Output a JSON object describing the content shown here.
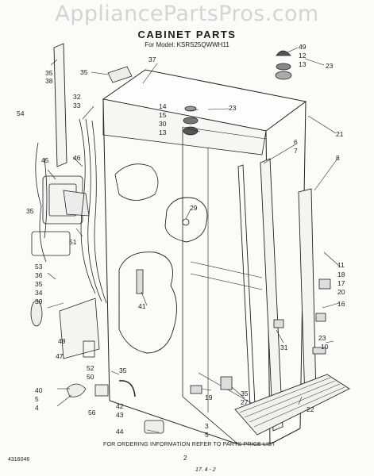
{
  "watermark": "AppliancePartsPros.com",
  "title": "CABINET PARTS",
  "model": "For Model: KSRS25QWWH11",
  "ordering_note": "FOR ORDERING INFORMATION REFER TO PARTS PRICE LIST",
  "page_number": "2",
  "doc_number": "4316046",
  "handwritten": "17. 4 - 2",
  "callouts": {
    "c35a": "35",
    "c38": "38",
    "c35b": "35",
    "c37": "37",
    "c32": "32",
    "c33": "33",
    "c54": "54",
    "c45": "45",
    "c46": "46",
    "c35c": "35",
    "c51": "51",
    "c53": "53",
    "c36": "36",
    "c35d": "35",
    "c34": "34",
    "c39": "39",
    "c48": "48",
    "c47": "47",
    "c52": "52",
    "c50": "50",
    "c40": "40",
    "c5a": "5",
    "c4": "4",
    "c56": "56",
    "c42": "42",
    "c43": "43",
    "c44": "44",
    "c35e": "35",
    "c3": "3",
    "c5b": "5",
    "c41": "41",
    "c29": "29",
    "c14": "14",
    "c15": "15",
    "c30": "30",
    "c13a": "13",
    "c23a": "23",
    "c49": "49",
    "c12": "12",
    "c13b": "13",
    "c23b": "23",
    "c21": "21",
    "c6": "6",
    "c7": "7",
    "c8": "8",
    "c11": "11",
    "c18": "18",
    "c17": "17",
    "c20": "20",
    "c16": "16",
    "c31": "31",
    "c23c": "23",
    "c10": "10",
    "c19": "19",
    "c35f": "35",
    "c27": "27",
    "c22": "22"
  }
}
